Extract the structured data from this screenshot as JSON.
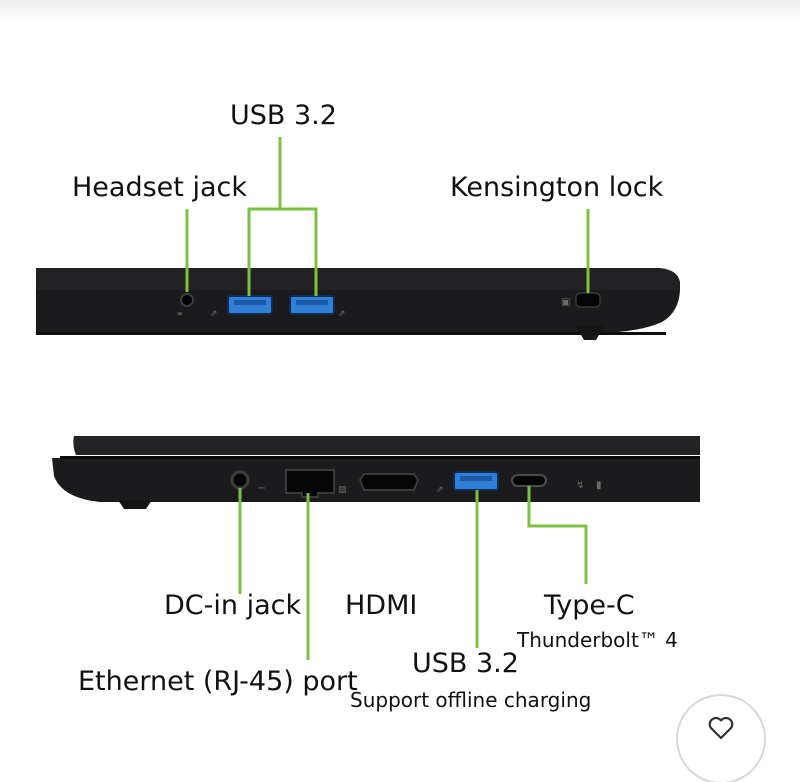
{
  "labels": {
    "usb_top": "USB 3.2",
    "headset": "Headset jack",
    "kensington": "Kensington lock",
    "dc_in": "DC-in jack",
    "hdmi": "HDMI",
    "type_c": "Type-C",
    "type_c_sub": "Thunderbolt™ 4",
    "ethernet": "Ethernet (RJ-45) port",
    "usb_bottom": "USB 3.2",
    "usb_bottom_sub": "Support offline charging"
  },
  "colors": {
    "callout": "#7dc142",
    "usb_port": "#2f7fd6",
    "chassis": "#1b1b1d",
    "text": "#111111"
  },
  "icons": {
    "favorite": "heart-icon"
  }
}
